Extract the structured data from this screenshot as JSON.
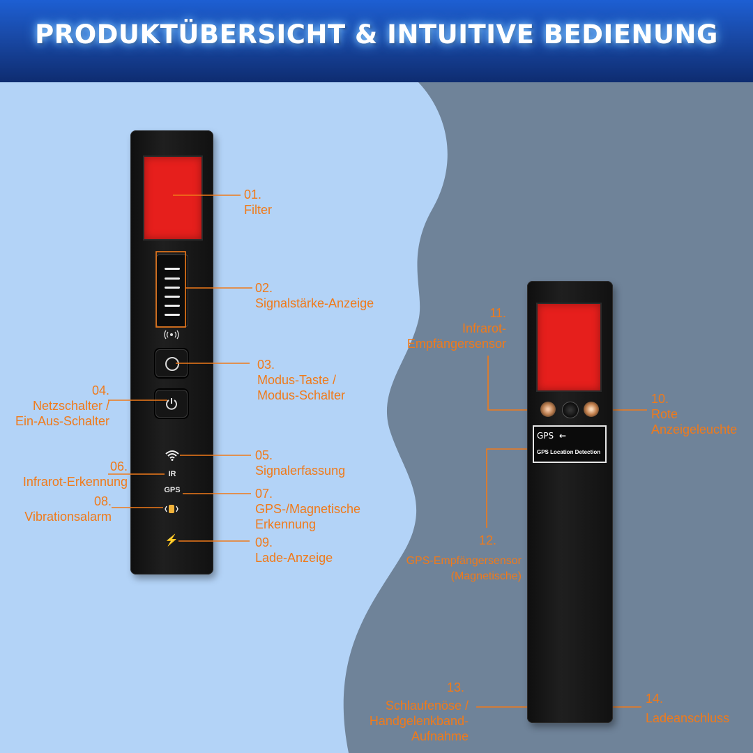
{
  "header": {
    "title": "PRODUKTÜBERSICHT & INTUITIVE BEDIENUNG"
  },
  "colors": {
    "accent": "#f07a1a",
    "header_blue": "#1949a6",
    "light_bg": "#b3d3f7",
    "dark_bg": "#6f8399",
    "filter_red": "#e61f1c"
  },
  "labels": {
    "l01": {
      "num": "01.",
      "text": "Filter"
    },
    "l02": {
      "num": "02.",
      "text": "Signalstärke-Anzeige"
    },
    "l03": {
      "num": "03.",
      "line1": "Modus-Taste /",
      "line2": "Modus-Schalter"
    },
    "l04": {
      "num": "04.",
      "line1": "Netzschalter /",
      "line2": "Ein-Aus-Schalter"
    },
    "l05": {
      "num": "05.",
      "text": "Signalerfassung"
    },
    "l06": {
      "num": "06.",
      "text": "Infrarot-Erkennung"
    },
    "l07": {
      "num": "07.",
      "line1": "GPS-/Magnetische",
      "line2": "Erkennung"
    },
    "l08": {
      "num": "08.",
      "text": "Vibrationsalarm"
    },
    "l09": {
      "num": "09.",
      "text": "Lade-Anzeige"
    },
    "l10": {
      "num": "10.",
      "line1": "Rote",
      "line2": "Anzeigeleuchte"
    },
    "l11": {
      "num": "11.",
      "line1": "Infrarot-",
      "line2": "Empfängersensor"
    },
    "l12": {
      "num": "12.",
      "line1": "GPS-Empfängersensor",
      "line2": "(Magnetische)"
    },
    "l13": {
      "num": "13.",
      "line1": "Schlaufenöse /",
      "line2": "Handgelenkband-",
      "line3": "Aufnahme"
    },
    "l14": {
      "num": "14.",
      "text": "Ladeanschluss"
    }
  },
  "device": {
    "gps_badge": "GPS",
    "gps_arrow": "←",
    "gps_panel_text": "GPS Location Detection",
    "icon_wifi": "wifi-icon",
    "icon_ir": "IR",
    "icon_gps": "GPS",
    "icon_charge": "⚡"
  }
}
